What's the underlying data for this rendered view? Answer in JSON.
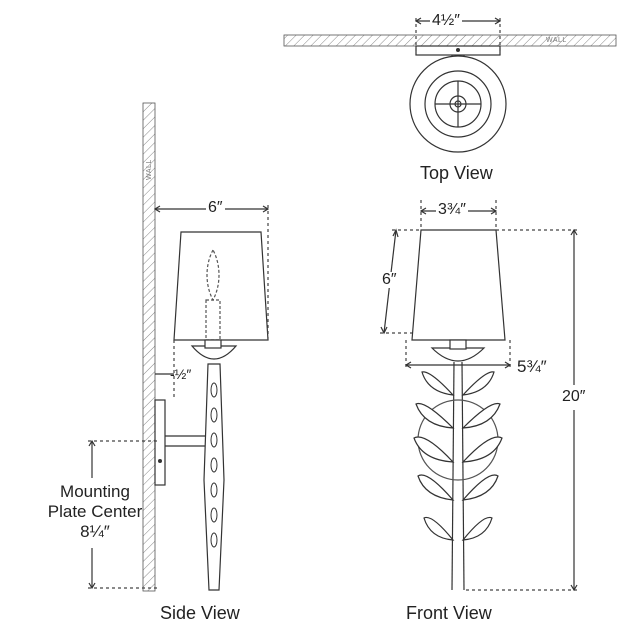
{
  "views": {
    "top": "Top View",
    "side": "Side View",
    "front": "Front View"
  },
  "dimensions": {
    "top_width": "4½″",
    "side_width": "6″",
    "side_offset": "-½″",
    "front_shade_top": "3¾″",
    "front_shade_height": "6″",
    "front_shade_bottom": "5¾″",
    "front_total_height": "20″"
  },
  "mounting": {
    "line1": "Mounting",
    "line2": "Plate Center",
    "line3": "8¼″"
  },
  "wall_labels": {
    "side": "WALL",
    "top": "WALL"
  },
  "colors": {
    "line": "#333333",
    "hatch": "#777777",
    "dashed": "#444444"
  }
}
